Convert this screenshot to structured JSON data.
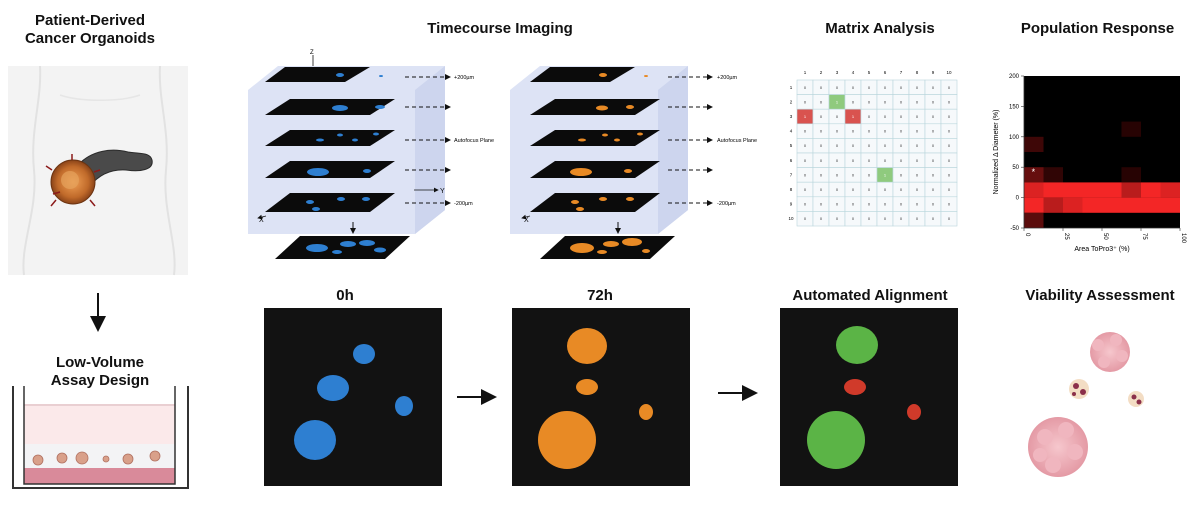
{
  "titles": {
    "organoids": "Patient-Derived\nCancer Organoids",
    "assay": "Low-Volume\nAssay Design",
    "timecourse": "Timecourse Imaging",
    "matrix": "Matrix Analysis",
    "population": "Population Response",
    "t0": "0h",
    "t72": "72h",
    "alignment": "Automated Alignment",
    "viability": "Viability Assessment"
  },
  "stack_labels": {
    "z": "Z",
    "x": "X",
    "y": "Y",
    "top": "+200µm",
    "focus": "Autofocus Plane",
    "bottom": "-200µm"
  },
  "matrix": {
    "col_labels": [
      "1",
      "2",
      "3",
      "4",
      "5",
      "6",
      "7",
      "8",
      "9",
      "10"
    ],
    "row_labels": [
      "1",
      "2",
      "3",
      "4",
      "5",
      "6",
      "7",
      "8",
      "9",
      "10"
    ],
    "cells": [
      [
        "0",
        "0",
        "0",
        "0",
        "0",
        "0",
        "0",
        "0",
        "0",
        "0"
      ],
      [
        "0",
        "0",
        "1",
        "0",
        "0",
        "0",
        "0",
        "0",
        "0",
        "0"
      ],
      [
        "1",
        "0",
        "0",
        "1",
        "0",
        "0",
        "0",
        "0",
        "0",
        "0"
      ],
      [
        "0",
        "0",
        "0",
        "0",
        "0",
        "0",
        "0",
        "0",
        "0",
        "0"
      ],
      [
        "0",
        "0",
        "0",
        "0",
        "0",
        "0",
        "0",
        "0",
        "0",
        "0"
      ],
      [
        "0",
        "0",
        "0",
        "0",
        "0",
        "0",
        "0",
        "0",
        "0",
        "0"
      ],
      [
        "0",
        "0",
        "0",
        "0",
        "0",
        "1",
        "0",
        "0",
        "0",
        "0"
      ],
      [
        "0",
        "0",
        "0",
        "0",
        "0",
        "0",
        "0",
        "0",
        "0",
        "0"
      ],
      [
        "0",
        "0",
        "0",
        "0",
        "0",
        "0",
        "0",
        "0",
        "0",
        "0"
      ],
      [
        "0",
        "0",
        "0",
        "0",
        "0",
        "0",
        "0",
        "0",
        "0",
        "0"
      ]
    ],
    "highlights": [
      {
        "row": 1,
        "col": 2,
        "color": "#8fca7e"
      },
      {
        "row": 2,
        "col": 0,
        "color": "#d9534f"
      },
      {
        "row": 2,
        "col": 3,
        "color": "#d9534f"
      },
      {
        "row": 6,
        "col": 5,
        "color": "#8fca7e"
      }
    ]
  },
  "chart_data": {
    "type": "heatmap",
    "xlabel": "Area ToPro3⁺ (%)",
    "ylabel": "Normalized Δ Diameter (%)",
    "x_ticks": [
      "0",
      "25",
      "50",
      "75",
      "100"
    ],
    "y_ticks": [
      "200",
      "150",
      "100",
      "50",
      "0",
      "-50"
    ],
    "xlim": [
      0,
      100
    ],
    "ylim": [
      -50,
      200
    ],
    "annotation": "*",
    "cells": [
      {
        "x": [
          0,
          12.5
        ],
        "y": [
          75,
          100
        ],
        "intensity": 0.18
      },
      {
        "x": [
          62.5,
          75
        ],
        "y": [
          100,
          125
        ],
        "intensity": 0.08
      },
      {
        "x": [
          0,
          12.5
        ],
        "y": [
          25,
          50
        ],
        "intensity": 0.35
      },
      {
        "x": [
          12.5,
          25
        ],
        "y": [
          25,
          50
        ],
        "intensity": 0.12
      },
      {
        "x": [
          62.5,
          75
        ],
        "y": [
          25,
          50
        ],
        "intensity": 0.08
      },
      {
        "x": [
          0,
          12.5
        ],
        "y": [
          0,
          25
        ],
        "intensity": 0.85
      },
      {
        "x": [
          12.5,
          25
        ],
        "y": [
          0,
          25
        ],
        "intensity": 0.95
      },
      {
        "x": [
          25,
          37.5
        ],
        "y": [
          0,
          25
        ],
        "intensity": 0.95
      },
      {
        "x": [
          37.5,
          50
        ],
        "y": [
          0,
          25
        ],
        "intensity": 0.95
      },
      {
        "x": [
          50,
          62.5
        ],
        "y": [
          0,
          25
        ],
        "intensity": 0.95
      },
      {
        "x": [
          62.5,
          75
        ],
        "y": [
          0,
          25
        ],
        "intensity": 0.7
      },
      {
        "x": [
          75,
          87.5
        ],
        "y": [
          0,
          25
        ],
        "intensity": 0.95
      },
      {
        "x": [
          87.5,
          100
        ],
        "y": [
          0,
          25
        ],
        "intensity": 0.85
      },
      {
        "x": [
          0,
          12.5
        ],
        "y": [
          -25,
          0
        ],
        "intensity": 0.95
      },
      {
        "x": [
          12.5,
          25
        ],
        "y": [
          -25,
          0
        ],
        "intensity": 0.7
      },
      {
        "x": [
          25,
          37.5
        ],
        "y": [
          -25,
          0
        ],
        "intensity": 0.85
      },
      {
        "x": [
          37.5,
          50
        ],
        "y": [
          -25,
          0
        ],
        "intensity": 0.95
      },
      {
        "x": [
          50,
          62.5
        ],
        "y": [
          -25,
          0
        ],
        "intensity": 0.95
      },
      {
        "x": [
          62.5,
          75
        ],
        "y": [
          -25,
          0
        ],
        "intensity": 0.95
      },
      {
        "x": [
          75,
          87.5
        ],
        "y": [
          -25,
          0
        ],
        "intensity": 0.95
      },
      {
        "x": [
          87.5,
          100
        ],
        "y": [
          -25,
          0
        ],
        "intensity": 0.95
      },
      {
        "x": [
          0,
          12.5
        ],
        "y": [
          -50,
          -25
        ],
        "intensity": 0.3
      }
    ]
  },
  "colors": {
    "blue": "#2e7fd1",
    "orange": "#e88a25",
    "green": "#5bb446",
    "red": "#d03a2a",
    "panel": "#121212",
    "slab": "#dde3f5"
  }
}
